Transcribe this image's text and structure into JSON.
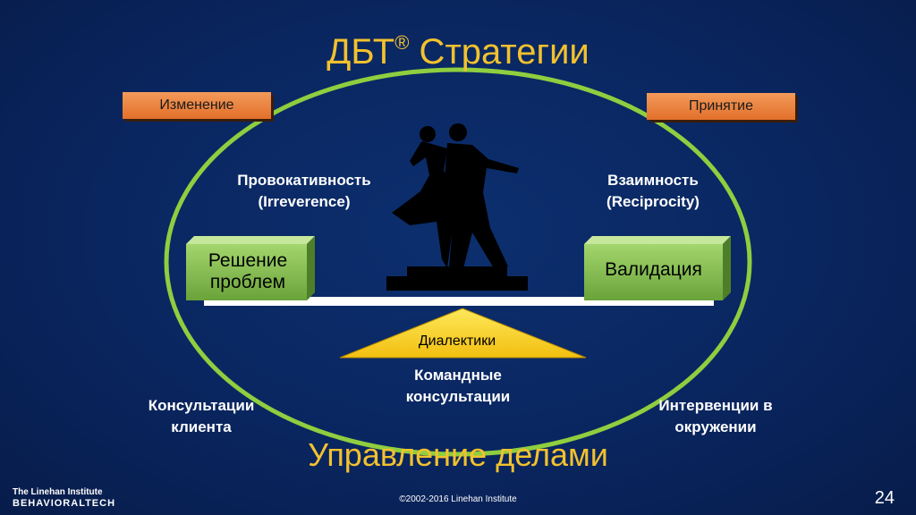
{
  "title": {
    "main": "ДБТ",
    "mark": "®",
    "rest": " Стратегии"
  },
  "tags": {
    "change": "Изменение",
    "acceptance": "Принятие"
  },
  "styles": {
    "irreverence_ru": "Провокативность",
    "irreverence_en": "(Irreverence)",
    "reciprocity_ru": "Взаимность",
    "reciprocity_en": "(Reciprocity)"
  },
  "boxes": {
    "problem_line1": "Решение",
    "problem_line2": "проблем",
    "validation": "Валидация"
  },
  "fulcrum": {
    "label": "Диалектики"
  },
  "team": {
    "line1": "Командные",
    "line2": "консультации"
  },
  "client": {
    "line1": "Консультации",
    "line2": "клиента"
  },
  "environment": {
    "line1": "Интервенции в",
    "line2": "окружении"
  },
  "case_management": "Управление делами",
  "footer": {
    "copyright": "©2002-2016 Linehan Institute",
    "page": "24",
    "logo_line1": "The Linehan Institute",
    "logo_line2": "BEHAVIORALTECH"
  },
  "colors": {
    "background": "#0a2660",
    "title": "#f2c12e",
    "ellipse": "#8fce3f",
    "tag": "#ec8240",
    "box": "#7db04a",
    "fulcrum": "#f7d21a"
  },
  "icons": {
    "dancers": "dancing-couple-silhouette"
  }
}
